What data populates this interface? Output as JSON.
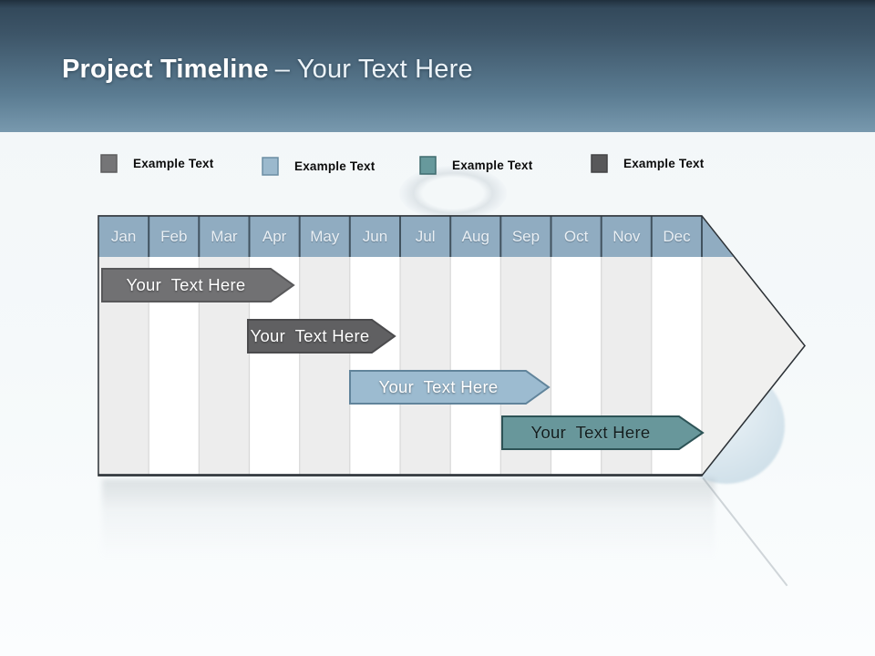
{
  "slide": {
    "title_bold": "Project Timeline",
    "title_regular": "– Your Text Here"
  },
  "legend": {
    "items": [
      {
        "label": "Example Text",
        "color": "#757577",
        "border": "#5c5c5e"
      },
      {
        "label": "Example Text",
        "color": "#9bb9cd",
        "border": "#6b8da3"
      },
      {
        "label": "Example Text",
        "color": "#67999c",
        "border": "#3f6b6e"
      },
      {
        "label": "Example Text",
        "color": "#58585a",
        "border": "#434345"
      }
    ]
  },
  "chart_data": {
    "type": "bar",
    "subtype": "gantt_timeline_arrow",
    "title": "Project Timeline – Your Text Here",
    "months": [
      "Jan",
      "Feb",
      "Mar",
      "Apr",
      "May",
      "Jun",
      "Jul",
      "Aug",
      "Sep",
      "Oct",
      "Nov",
      "Dec"
    ],
    "header_color": "#90acc1",
    "column_colors": [
      "#ededed",
      "#ffffff"
    ],
    "arrowhead_color": "#f0f0ef",
    "outline_color": "#2e3338",
    "legend_position": "top",
    "bars": [
      {
        "label": "Your  Text Here",
        "start": "Jan",
        "end": "Apr",
        "fill": "#717173",
        "stroke": "#58585a",
        "text_color": "#ffffff",
        "row": 1
      },
      {
        "label": "Your  Text Here",
        "start": "Apr",
        "end": "Jun",
        "fill": "#606062",
        "stroke": "#4b4b4d",
        "text_color": "#ffffff",
        "row": 2
      },
      {
        "label": "Your  Text Here",
        "start": "Jun",
        "end": "Sep",
        "fill": "#9cbbd0",
        "stroke": "#61849b",
        "text_color": "#ffffff",
        "row": 3
      },
      {
        "label": "Your  Text Here",
        "start": "Sep",
        "end": "Dec",
        "fill": "#68979b",
        "stroke": "#2d5356",
        "text_color": "#131e1f",
        "row": 4
      }
    ]
  }
}
